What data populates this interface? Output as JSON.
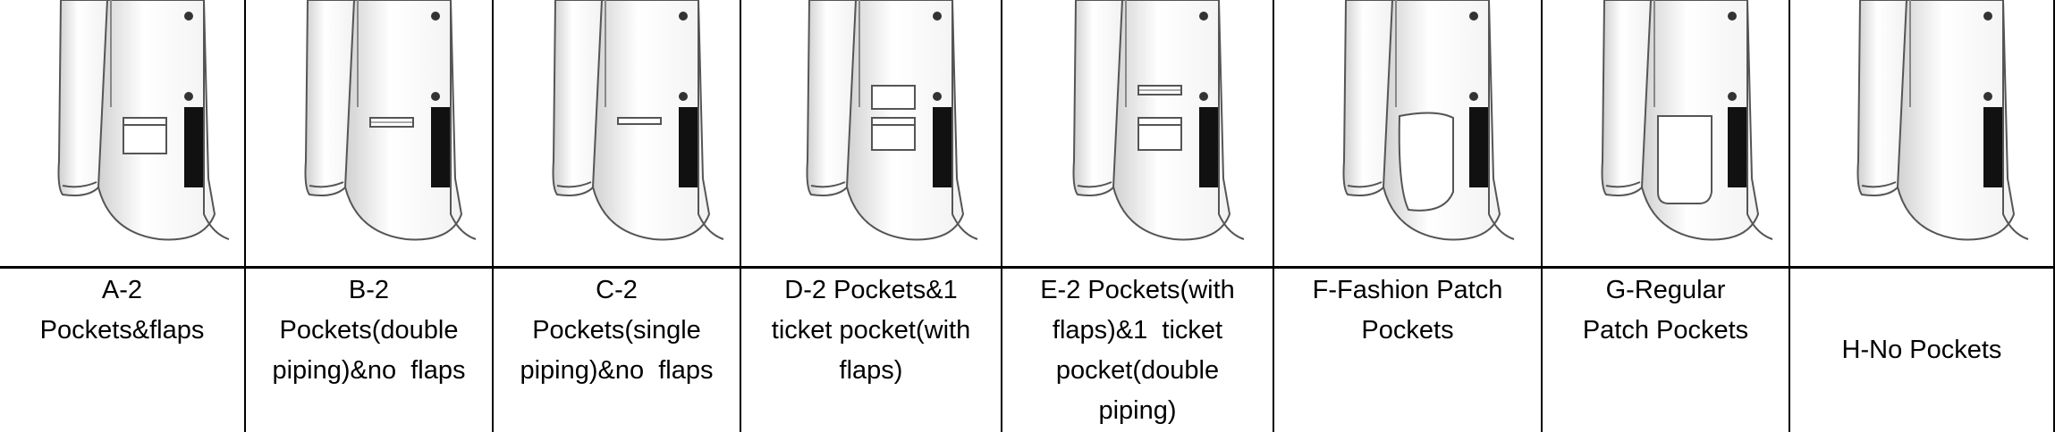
{
  "options": [
    {
      "label": "A-2 Pockets&flaps",
      "lines": [
        "A-2",
        "Pockets&flaps"
      ],
      "pocket": "flap"
    },
    {
      "label": "B-2 Pockets(double piping)&no flaps",
      "lines": [
        "B-2",
        "Pockets(double",
        "piping)&no  flaps"
      ],
      "pocket": "double"
    },
    {
      "label": "C-2 Pockets(single piping)&no flaps",
      "lines": [
        "C-2",
        "Pockets(single",
        "piping)&no  flaps"
      ],
      "pocket": "single"
    },
    {
      "label": "D-2 Pockets&1 ticket pocket(with flaps)",
      "lines": [
        "D-2 Pockets&1",
        "ticket pocket(with",
        "flaps)"
      ],
      "pocket": "ticket-flap"
    },
    {
      "label": "E-2 Pockets(with flaps)&1 ticket pocket(double piping)",
      "lines": [
        "E-2 Pockets(with",
        "flaps)&1  ticket",
        "pocket(double",
        "piping)"
      ],
      "pocket": "ticket-double"
    },
    {
      "label": "F-Fashion Patch Pockets",
      "lines": [
        "F-Fashion Patch",
        "Pockets"
      ],
      "pocket": "patch-fashion"
    },
    {
      "label": "G-Regular Patch Pockets",
      "lines": [
        "G-Regular",
        "Patch Pockets"
      ],
      "pocket": "patch"
    },
    {
      "label": "H-No Pockets",
      "lines": [
        "H-No Pockets"
      ],
      "pocket": "none"
    }
  ]
}
